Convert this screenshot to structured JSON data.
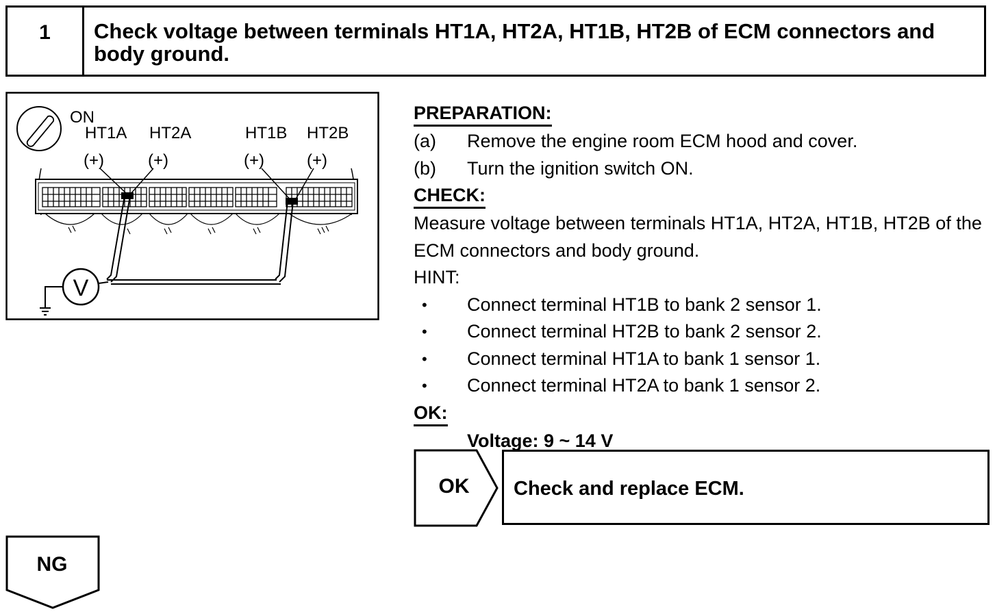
{
  "step": {
    "number": "1",
    "title": "Check voltage between terminals HT1A, HT2A, HT1B, HT2B of ECM connectors and body ground."
  },
  "diagram": {
    "switch_label": "ON",
    "terminals": [
      {
        "name": "HT1A",
        "polarity": "(+)"
      },
      {
        "name": "HT2A",
        "polarity": "(+)"
      },
      {
        "name": "HT1B",
        "polarity": "(+)"
      },
      {
        "name": "HT2B",
        "polarity": "(+)"
      }
    ],
    "meter_symbol": "V",
    "icons": [
      "ignition-key-icon",
      "voltmeter-icon",
      "ground-icon"
    ]
  },
  "preparation": {
    "heading": "PREPARATION:",
    "steps": [
      {
        "tag": "(a)",
        "text": "Remove the engine room ECM hood and cover."
      },
      {
        "tag": "(b)",
        "text": "Turn the ignition switch ON."
      }
    ]
  },
  "check": {
    "heading": "CHECK:",
    "text": "Measure voltage between terminals HT1A, HT2A, HT1B, HT2B of the ECM connectors and body ground.",
    "hint_label": "HINT:",
    "hints": [
      "Connect terminal HT1B to bank 2 sensor 1.",
      "Connect terminal HT2B to bank 2 sensor 2.",
      "Connect terminal HT1A to bank 1 sensor 1.",
      "Connect terminal HT2A to bank 1 sensor 2."
    ]
  },
  "ok": {
    "heading": "OK:",
    "value": "Voltage: 9 ~ 14 V"
  },
  "results": {
    "ok_label": "OK",
    "ok_action": "Check and replace ECM.",
    "ng_label": "NG"
  }
}
